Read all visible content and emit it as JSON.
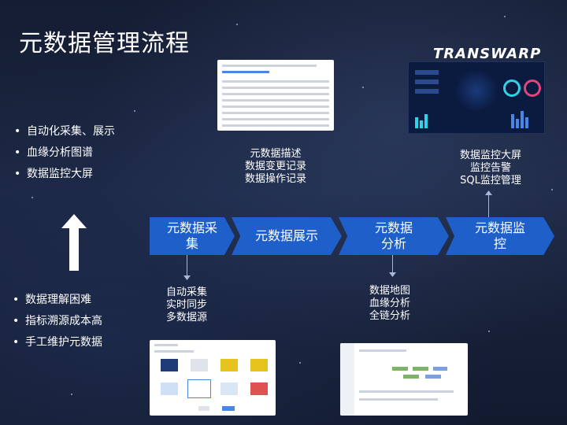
{
  "title": "元数据管理流程",
  "logo": "TRANSWARP",
  "top_bullets": [
    "自动化采集、展示",
    "血缘分析图谱",
    "数据监控大屏"
  ],
  "bottom_bullets": [
    "数据理解困难",
    "指标溯源成本高",
    "手工维护元数据"
  ],
  "stages": [
    {
      "label": "元数据采集"
    },
    {
      "label": "元数据展示"
    },
    {
      "label": "元数据分析"
    },
    {
      "label": "元数据监控"
    }
  ],
  "notes": {
    "display": [
      "元数据描述",
      "数据变更记录",
      "数据操作记录"
    ],
    "monitor": [
      "数据监控大屏",
      "监控告警",
      "SQL监控管理"
    ],
    "collect": [
      "自动采集",
      "实时同步",
      "多数据源"
    ],
    "analysis": [
      "数据地图",
      "血缘分析",
      "全链分析"
    ]
  },
  "colors": {
    "stage_fill": "#1f5fc9",
    "accent_cyan": "#2fd3e6",
    "accent_pink": "#e0457b"
  }
}
